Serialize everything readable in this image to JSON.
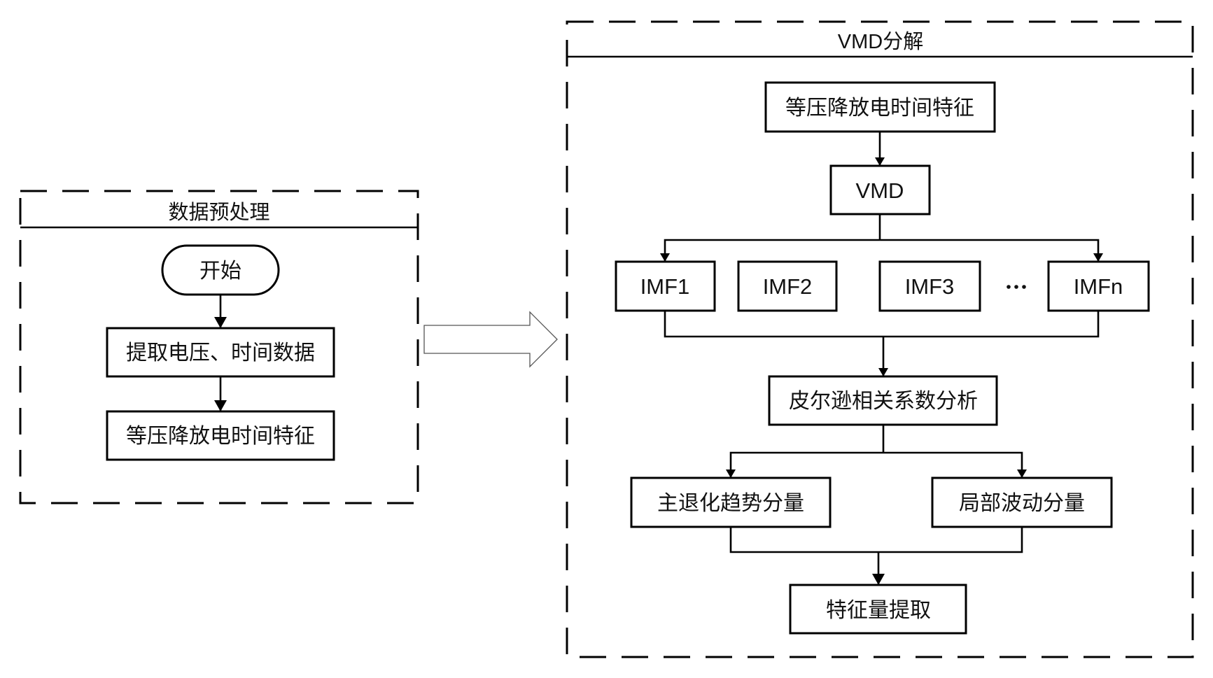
{
  "panels": {
    "preprocess": {
      "title": "数据预处理"
    },
    "vmd": {
      "title": "VMD分解"
    }
  },
  "preprocess_steps": {
    "start": "开始",
    "extract": "提取电压、时间数据",
    "feature": "等压降放电时间特征"
  },
  "vmd_steps": {
    "input": "等压降放电时间特征",
    "vmd": "VMD",
    "imfs": [
      "IMF1",
      "IMF2",
      "IMF3",
      "IMFn"
    ],
    "ellipsis": "···",
    "pearson": "皮尔逊相关系数分析",
    "trend": "主退化趋势分量",
    "fluctuation": "局部波动分量",
    "extraction": "特征量提取"
  },
  "colors": {
    "line": "#000000",
    "text": "#111111",
    "background": "#ffffff"
  }
}
